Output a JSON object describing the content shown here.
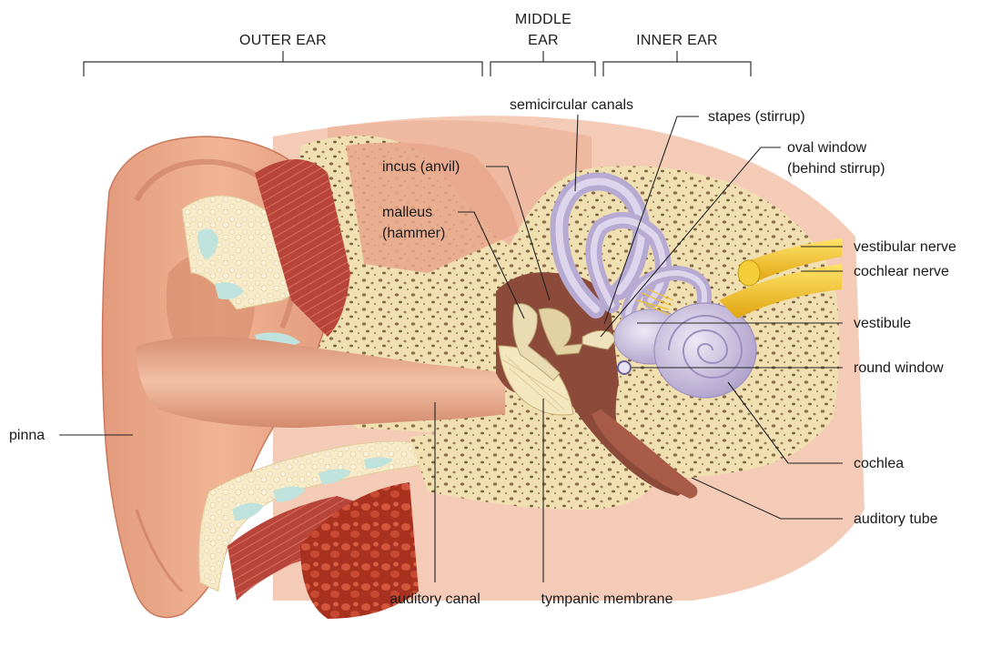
{
  "sections": {
    "outer": "OUTER EAR",
    "middle_1": "MIDDLE",
    "middle_2": "EAR",
    "inner": "INNER EAR"
  },
  "labels": {
    "semicircular_canals": "semicircular canals",
    "stapes": "stapes (stirrup)",
    "oval_window_1": "oval window",
    "oval_window_2": "(behind stirrup)",
    "incus": "incus (anvil)",
    "malleus_1": "malleus",
    "malleus_2": "(hammer)",
    "vestibular_nerve": "vestibular nerve",
    "cochlear_nerve": "cochlear nerve",
    "vestibule": "vestibule",
    "round_window": "round window",
    "pinna": "pinna",
    "cochlea": "cochlea",
    "auditory_tube": "auditory tube",
    "auditory_canal": "auditory canal",
    "tympanic_membrane": "tympanic membrane"
  },
  "colors": {
    "skin": "#e9a483",
    "skin_dark": "#c8735a",
    "bone": "#f0dfb0",
    "bone_pore": "#8a6a4a",
    "tissue": "#f4c9b4",
    "canal": "#e3a88c",
    "muscle": "#b8453a",
    "cartilage": "#bfe3dc",
    "labyrinth": "#c8bedd",
    "nerve": "#f2c21c",
    "cavity": "#8c4a3a",
    "ossicle": "#e9dcb3"
  }
}
